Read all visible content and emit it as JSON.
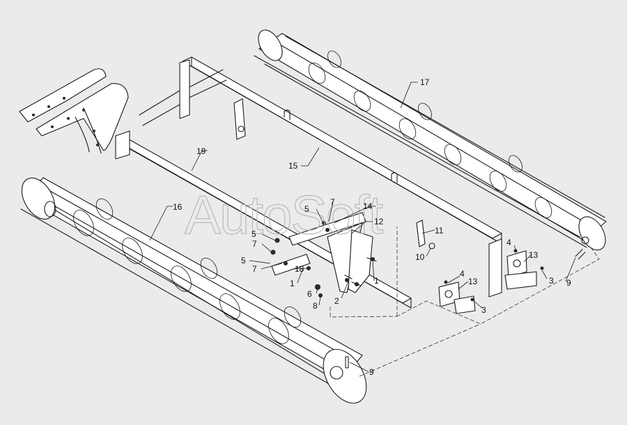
{
  "watermark": "AutoSoft",
  "callouts": {
    "c1a": "1",
    "c1b": "1",
    "c2": "2",
    "c3a": "3",
    "c3b": "3",
    "c4a": "4",
    "c4b": "4",
    "c5a": "5",
    "c5b": "5",
    "c5c": "5",
    "c6": "6",
    "c7a": "7",
    "c7b": "7",
    "c7c": "7",
    "c8": "8",
    "c9a": "9",
    "c9b": "9",
    "c10": "10",
    "c11": "11",
    "c12": "12",
    "c13a": "13",
    "c13b": "13",
    "c14": "14",
    "c15": "15",
    "c16": "16",
    "c17": "17",
    "c18": "18",
    "c19": "19"
  },
  "colors": {
    "background": "#ebebeb",
    "line": "#1a1a1a",
    "watermark": "#b8b8b8"
  }
}
